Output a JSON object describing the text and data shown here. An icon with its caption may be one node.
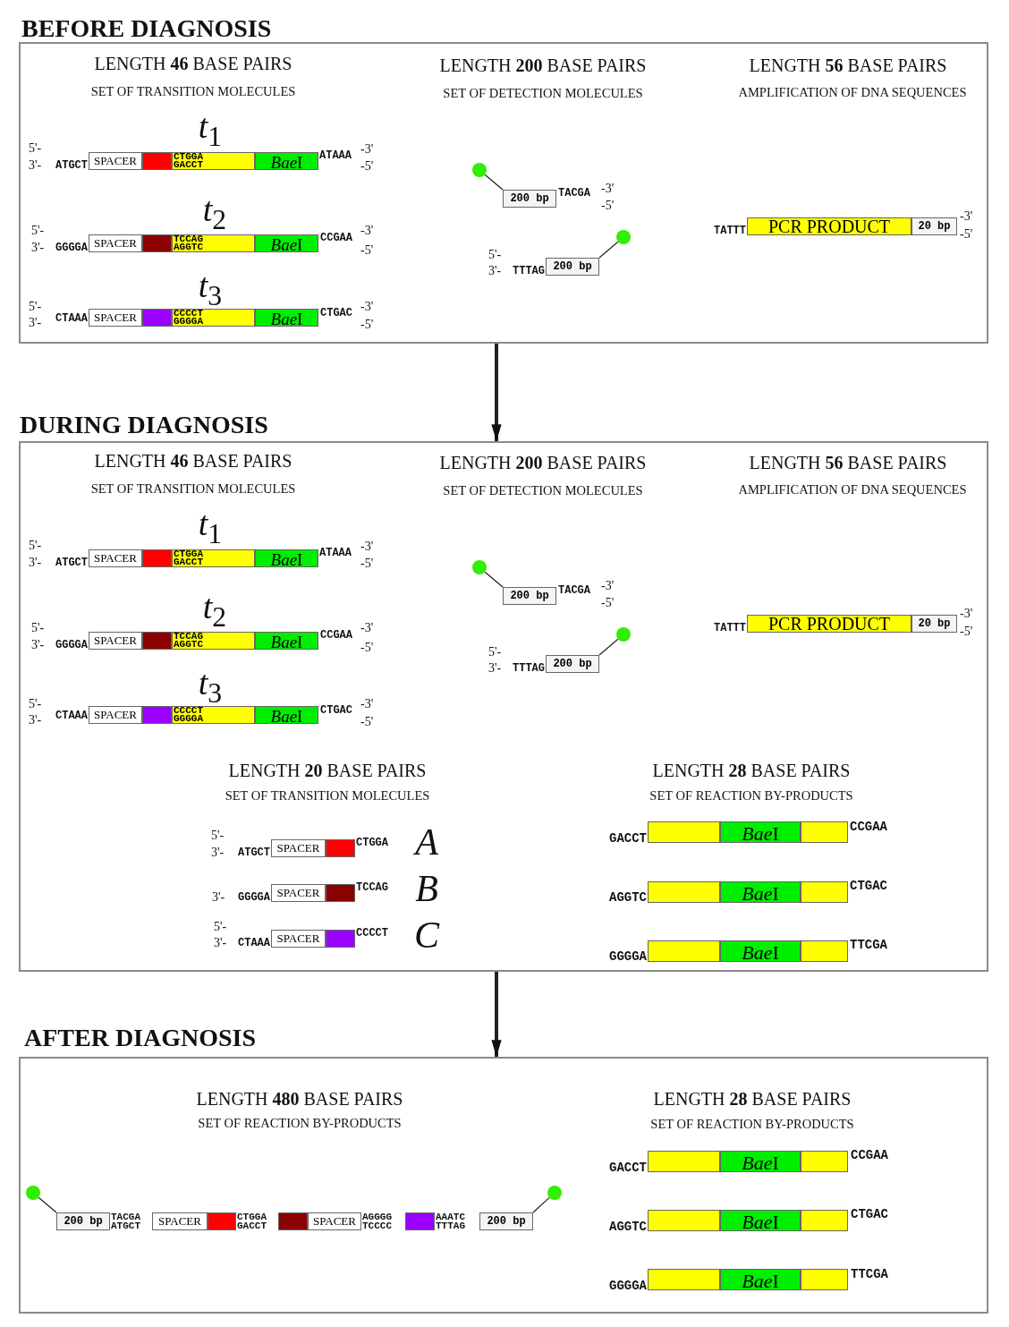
{
  "diagram": {
    "nodes": [
      {
        "text": [
          "BEFORE DIAGNOSIS"
        ]
      },
      {
        "text": [
          "SPACER"
        ],
        "in": 0
      },
      {
        "text": [],
        "shape": "box",
        "in": 0
      },
      {
        "text": [
          "CTGGA",
          "GACCT"
        ],
        "in": 0
      },
      {
        "text": [
          "*Bae*$^{}$I"
        ],
        "in": 0
      },
      {
        "text": [
          "SPACER"
        ],
        "in": 0
      },
      {
        "text": [],
        "shape": "box",
        "in": 0
      },
      {
        "text": [
          "TCCAG",
          "AGGTC"
        ],
        "in": 0
      },
      {
        "text": [
          "*Bae*$^{}$I"
        ],
        "in": 0
      },
      {
        "text": [
          "SPACER"
        ],
        "in": 0
      },
      {
        "text": [],
        "shape": "box",
        "in": 0
      },
      {
        "text": [
          "CCCCT",
          "GGGGA"
        ],
        "in": 0
      },
      {
        "text": [
          "*Bae*$^{}$I"
        ],
        "in": 0
      },
      {
        "text": [],
        "shape": "circle",
        "in": 0
      },
      {
        "text": [
          "200 bp"
        ],
        "in": 0
      },
      {
        "text": [
          "200 bp"
        ],
        "in": 0
      },
      {
        "text": [],
        "shape": "circle",
        "in": 0
      },
      {
        "text": [
          "PCR PRODUCT"
        ],
        "in": 0
      },
      {
        "text": [
          "20 bp"
        ],
        "in": 0
      },
      {
        "text": [
          "DURING DIAGNOSIS"
        ]
      },
      {
        "text": [
          "SPACER"
        ],
        "in": 19
      },
      {
        "text": [],
        "shape": "box",
        "in": 19
      },
      {
        "text": [
          "CTGGA",
          "GACCT"
        ],
        "in": 19
      },
      {
        "text": [
          "*Bae*$^{}$I"
        ],
        "in": 19
      },
      {
        "text": [
          "SPACER"
        ],
        "in": 19
      },
      {
        "text": [],
        "shape": "box",
        "in": 19
      },
      {
        "text": [
          "TCCAG",
          "AGGTC"
        ],
        "in": 19
      },
      {
        "text": [
          "*Bae*$^{}$I"
        ],
        "in": 19
      },
      {
        "text": [
          "SPACER"
        ],
        "in": 19
      },
      {
        "text": [],
        "shape": "box",
        "in": 19
      },
      {
        "text": [
          "CCCCT",
          "GGGGA"
        ],
        "in": 19
      },
      {
        "text": [
          "*Bae*$^{}$I"
        ],
        "in": 19
      },
      {
        "text": [],
        "shape": "circle",
        "in": 19
      },
      {
        "text": [
          "200 bp"
        ],
        "in": 19
      },
      {
        "text": [
          "200 bp"
        ],
        "in": 19
      },
      {
        "text": [],
        "shape": "circle",
        "in": 19
      },
      {
        "text": [
          "PCR PRODUCT"
        ],
        "in": 19
      },
      {
        "text": [
          "20 bp"
        ],
        "in": 19
      },
      {
        "text": [
          "SPACER"
        ],
        "in": 19
      },
      {
        "text": [],
        "shape": "box",
        "in": 19
      },
      {
        "text": [
          "SPACER"
        ],
        "in": 19
      },
      {
        "text": [],
        "shape": "box",
        "in": 19
      },
      {
        "text": [
          "SPACER"
        ],
        "in": 19
      },
      {
        "text": [],
        "shape": "box",
        "in": 19
      },
      {
        "text": [],
        "shape": "box",
        "in": 19
      },
      {
        "text": [
          "*Bae*$^{}$I"
        ],
        "in": 19
      },
      {
        "text": [],
        "shape": "box",
        "in": 19
      },
      {
        "text": [],
        "shape": "box",
        "in": 19
      },
      {
        "text": [
          "*Bae*$^{}$I"
        ],
        "in": 19
      },
      {
        "text": [],
        "shape": "box",
        "in": 19
      },
      {
        "text": [],
        "shape": "box",
        "in": 19
      },
      {
        "text": [
          "*Bae*$^{}$I"
        ],
        "in": 19
      },
      {
        "text": [],
        "shape": "box",
        "in": 19
      },
      {
        "text": [
          "AFTER DIAGNOSIS"
        ]
      },
      {
        "text": [],
        "shape": "circle",
        "in": 53
      },
      {
        "text": [
          "200 bp"
        ],
        "in": 53
      },
      {
        "text": [
          "SPACER"
        ],
        "in": 53
      },
      {
        "text": [],
        "shape": "box",
        "in": 53
      },
      {
        "text": [],
        "shape": "box",
        "in": 53
      },
      {
        "text": [
          "SPACER"
        ],
        "in": 53
      },
      {
        "text": [],
        "shape": "box",
        "in": 53
      },
      {
        "text": [
          "200 bp"
        ],
        "in": 53
      },
      {
        "text": [],
        "shape": "circle",
        "in": 53
      },
      {
        "text": [],
        "shape": "box",
        "in": 53
      },
      {
        "text": [
          "*Bae*$^{}$I"
        ],
        "in": 53
      },
      {
        "text": [],
        "shape": "box",
        "in": 53
      },
      {
        "text": [],
        "shape": "box",
        "in": 53
      },
      {
        "text": [
          "*Bae*$^{}$I"
        ],
        "in": 53
      },
      {
        "text": [],
        "shape": "box",
        "in": 53
      },
      {
        "text": [],
        "shape": "box",
        "in": 53
      },
      {
        "text": [
          "*Bae*$^{}$I"
        ],
        "in": 53
      },
      {
        "text": [],
        "shape": "box",
        "in": 53
      }
    ],
    "edges": [
      {
        "from": 0,
        "to": 19,
        "arrow": "to",
        "style": "thick"
      },
      {
        "from": 19,
        "to": 53,
        "arrow": "to",
        "style": "thick"
      },
      {
        "from": 13,
        "to": 14,
        "arrow": "none"
      },
      {
        "from": 16,
        "to": 15,
        "arrow": "none"
      },
      {
        "from": 32,
        "to": 33,
        "arrow": "none"
      },
      {
        "from": 35,
        "to": 34,
        "arrow": "none"
      },
      {
        "from": 54,
        "to": 55,
        "arrow": "none"
      },
      {
        "from": 62,
        "to": 61,
        "arrow": "none"
      }
    ],
    "labels": [
      "LENGTH **46** BASE PAIRS",
      "SET OF TRANSITION MOLECULES",
      "LENGTH **200** BASE PAIRS",
      "SET OF DETECTION MOLECULES",
      "LENGTH **56** BASE PAIRS",
      "AMPLIFICATION OF DNA SEQUENCES",
      "*t*$_{1}$",
      "5'-",
      "3'-",
      "ATGCT",
      "ATAAA",
      "-3'",
      "-5'",
      "*t*$_{2}$",
      "5'-",
      "3'-",
      "GGGGA",
      "CCGAA",
      "-3'",
      "-5'",
      "*t*$_{3}$",
      "5'-",
      "3'-",
      "CTAAA",
      "CTGAC",
      "-3'",
      "-5'",
      "TACGA",
      "-3'",
      "-5'",
      "5'-",
      "3'-",
      "TTTAG",
      "TATTT",
      "-3'",
      "-5'",
      "LENGTH **46** BASE PAIRS",
      "SET OF TRANSITION MOLECULES",
      "LENGTH **200** BASE PAIRS",
      "SET OF DETECTION MOLECULES",
      "LENGTH **56** BASE PAIRS",
      "AMPLIFICATION OF DNA SEQUENCES",
      "*t*$_{1}$",
      "5'-",
      "3'-",
      "ATGCT",
      "ATAAA",
      "-3'",
      "-5'",
      "*t*$_{2}$",
      "5'-",
      "3'-",
      "GGGGA",
      "CCGAA",
      "-3'",
      "-5'",
      "*t*$_{3}$",
      "5'-",
      "3'-",
      "CTAAA",
      "CTGAC",
      "-3'",
      "-5'",
      "TACGA",
      "-3'",
      "-5'",
      "5'-",
      "3'-",
      "TTTAG",
      "TATTT",
      "-3'",
      "-5'",
      "LENGTH **20** BASE PAIRS",
      "SET OF TRANSITION MOLECULES",
      "LENGTH **28** BASE PAIRS",
      "SET OF REACTION BY-PRODUCTS",
      "5'-",
      "3'-",
      "ATGCT",
      "CTGGA",
      "A",
      "3'-",
      "GGGGA",
      "TCCAG",
      "B",
      "5'-",
      "3'-",
      "CTAAA",
      "CCCCT",
      "C",
      "GACCT",
      "CCGAA",
      "AGGTC",
      "CTGAC",
      "GGGGA",
      "TTCGA",
      "LENGTH **480** BASE PAIRS",
      "SET OF REACTION BY-PRODUCTS",
      "LENGTH **28** BASE PAIRS",
      "SET OF REACTION BY-PRODUCTS",
      "TACGA",
      "ATGCT",
      "CTGGA",
      "GACCT",
      "AGGGG",
      "TCCCC",
      "AAATC",
      "TTTAG",
      "GACCT",
      "CCGAA",
      "AGGTC",
      "CTGAC",
      "GGGGA",
      "TTCGA"
    ]
  }
}
